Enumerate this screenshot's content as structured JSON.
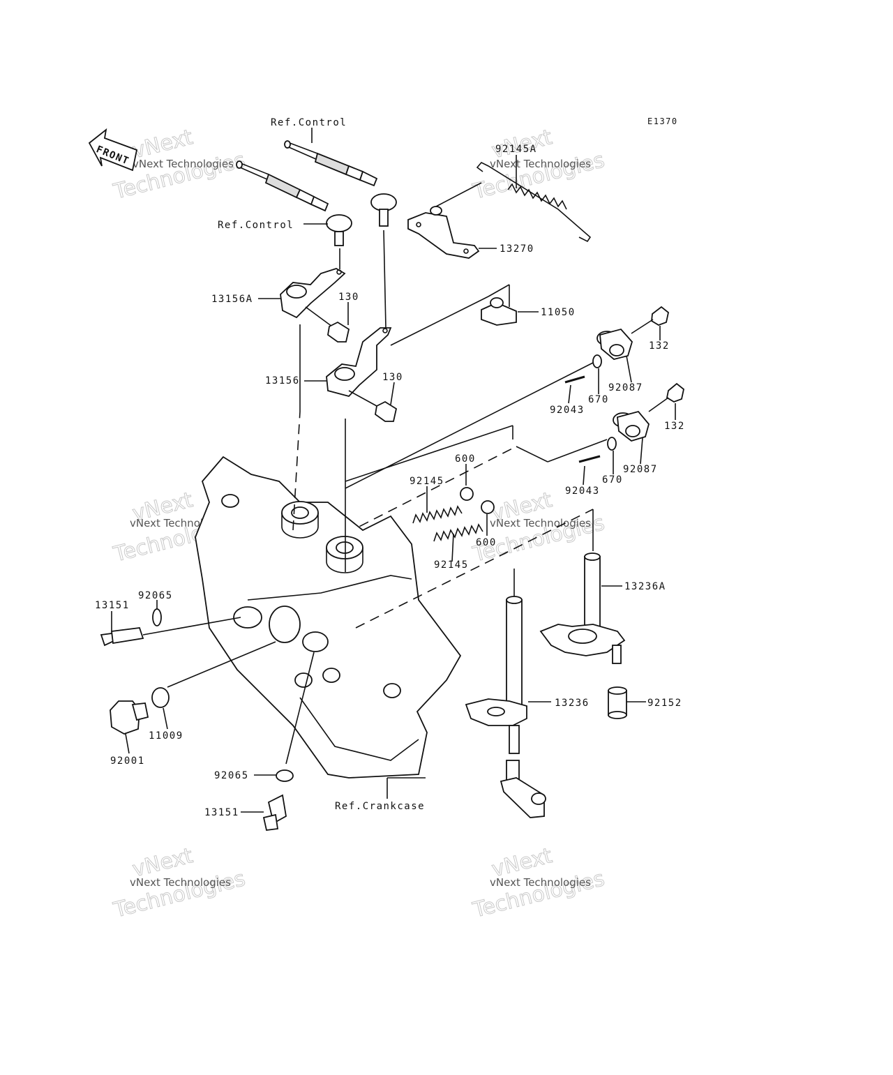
{
  "diagram": {
    "code": "E1370",
    "front_arrow": "FRONT",
    "watermark": {
      "line1": "vNext",
      "line2": "vNext Technologies",
      "line3": "Technologies"
    },
    "labels": {
      "ref_control_top": "Ref.Control",
      "ref_control_left": "Ref.Control",
      "ref_crankcase": "Ref.Crankcase",
      "p92145A": "92145A",
      "p13270": "13270",
      "p13156A": "13156A",
      "p130_a": "130",
      "p11050": "11050",
      "p13156": "13156",
      "p130_b": "130",
      "p132_a": "132",
      "p92087_a": "92087",
      "p670_a": "670",
      "p92043_a": "92043",
      "p132_b": "132",
      "p92087_b": "92087",
      "p670_b": "670",
      "p92043_b": "92043",
      "p600_a": "600",
      "p600_b": "600",
      "p92145_a": "92145",
      "p92145_b": "92145",
      "p13236A": "13236A",
      "p13236": "13236",
      "p92152": "92152",
      "p13151_a": "13151",
      "p92065_a": "92065",
      "p11009": "11009",
      "p92001": "92001",
      "p92065_b": "92065",
      "p13151_b": "13151"
    }
  }
}
